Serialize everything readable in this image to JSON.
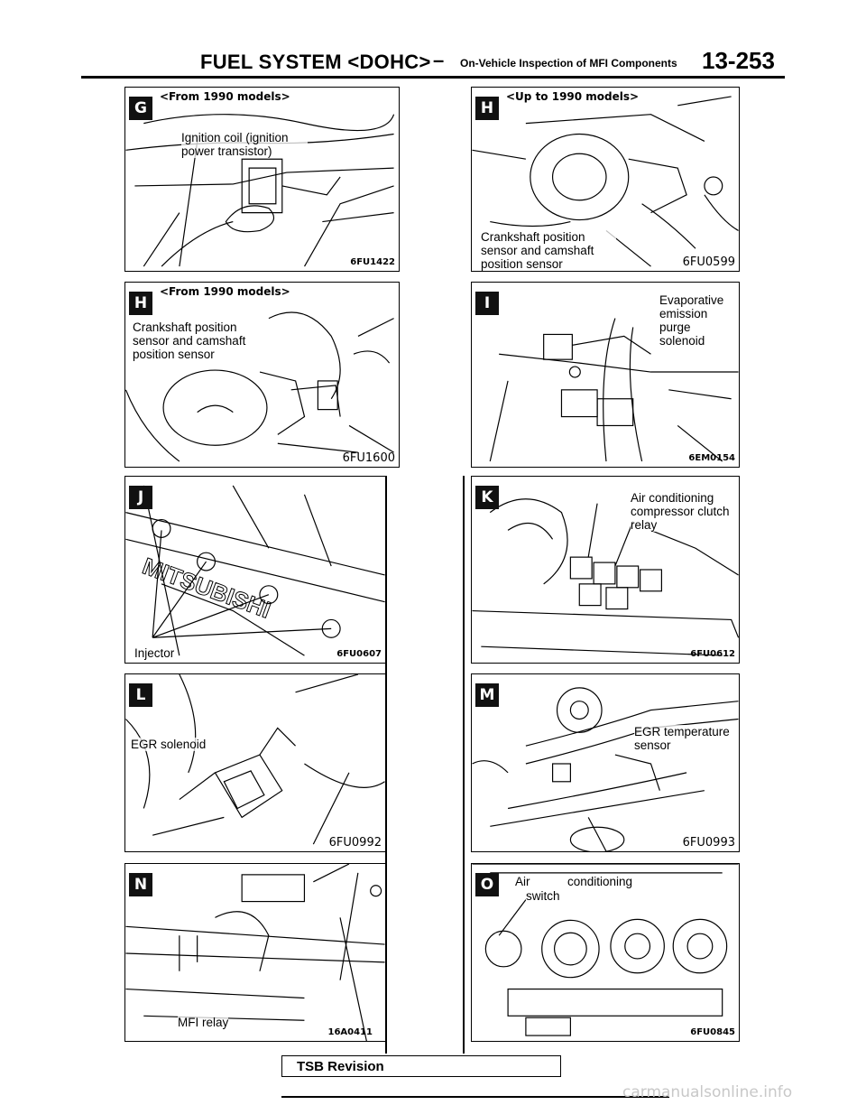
{
  "header": {
    "title": "FUEL SYSTEM <DOHC>",
    "dash": "–",
    "subtitle": "On-Vehicle Inspection of MFI Components",
    "page_number": "13-253"
  },
  "panels": {
    "G": {
      "letter": "G",
      "caption": "<From 1990 models>",
      "label": "Ignition coil (ignition power transistor)",
      "code": "6FU1422"
    },
    "H1": {
      "letter": "H",
      "caption": "<Up to 1990 models>",
      "label": "Crankshaft position sensor and camshaft position sensor",
      "code": "6FU0599"
    },
    "H2": {
      "letter": "H",
      "caption": "<From 1990 models>",
      "label": "Crankshaft position sensor and camshaft position sensor",
      "code": "6FU1600"
    },
    "I": {
      "letter": "I",
      "label": "Evaporative emission purge solenoid",
      "code": "6EM0154"
    },
    "J": {
      "letter": "J",
      "label": "Injector",
      "code": "6FU0607"
    },
    "K": {
      "letter": "K",
      "label": "Air conditioning compressor clutch relay",
      "code": "6FU0612"
    },
    "L": {
      "letter": "L",
      "label": "EGR solenoid",
      "code": "6FU0992"
    },
    "M": {
      "letter": "M",
      "label": "EGR temperature sensor",
      "code": "6FU0993"
    },
    "N": {
      "letter": "N",
      "label": "MFI relay",
      "code": "16A0411"
    },
    "O": {
      "letter": "O",
      "label_a": "Air",
      "label_b": "conditioning",
      "label_c": "switch",
      "code": "6FU0845"
    }
  },
  "footer": {
    "tsb": "TSB Revision",
    "watermark": "carmanualsonline.info"
  }
}
